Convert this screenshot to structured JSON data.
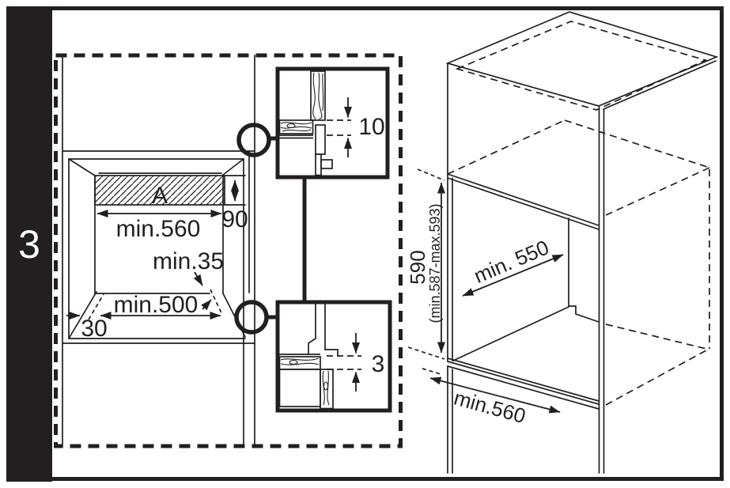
{
  "figure": {
    "number": "3"
  },
  "colors": {
    "ink": "#231f20",
    "paper": "#ffffff"
  },
  "front_view": {
    "area_label": "A",
    "dim_recess_height": "90",
    "dim_top_width": "min.560",
    "dim_rear_clearance": "min.35",
    "dim_bottom_width": "min.500",
    "dim_corner": "30"
  },
  "detail_top": {
    "dim_gap": "10"
  },
  "detail_bottom": {
    "dim_gap": "3"
  },
  "iso_view": {
    "dim_niche_height": "590",
    "dim_niche_height_range": "(min.587-max.593)",
    "dim_niche_depth": "min. 550",
    "dim_niche_width": "min.560"
  }
}
